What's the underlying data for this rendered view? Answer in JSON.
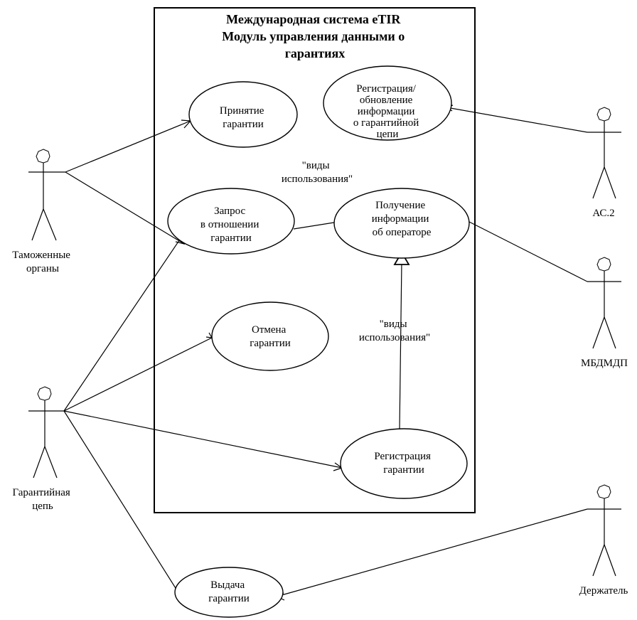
{
  "system": {
    "title_lines": [
      "Международная система eTIR",
      "Модуль управления данными о",
      "гарантиях"
    ]
  },
  "use_cases": {
    "accept": [
      "Принятие",
      "гарантии"
    ],
    "register_chain": [
      "Регистрация/",
      "обновление",
      "информации",
      "о гарантийной",
      "цепи"
    ],
    "query": [
      "Запрос",
      "в отношении",
      "гарантии"
    ],
    "get_info": [
      "Получение",
      "информации",
      "об операторе"
    ],
    "cancel": [
      "Отмена",
      "гарантии"
    ],
    "register": [
      "Регистрация",
      "гарантии"
    ],
    "issue": [
      "Выдача",
      "гарантии"
    ]
  },
  "actors": {
    "customs": [
      "Таможенные",
      "органы"
    ],
    "guarantee_chain": [
      "Гарантийная",
      "цепь"
    ],
    "as2": [
      "АС.2"
    ],
    "mbdmdp": [
      "МБДМДП"
    ],
    "holder": [
      "Держатель"
    ]
  },
  "stereotypes": {
    "uses_top": [
      "\"виды",
      "использования\""
    ],
    "uses_mid": [
      "\"виды",
      "использования\""
    ]
  },
  "colors": {
    "stroke": "#000000",
    "background": "#ffffff"
  }
}
